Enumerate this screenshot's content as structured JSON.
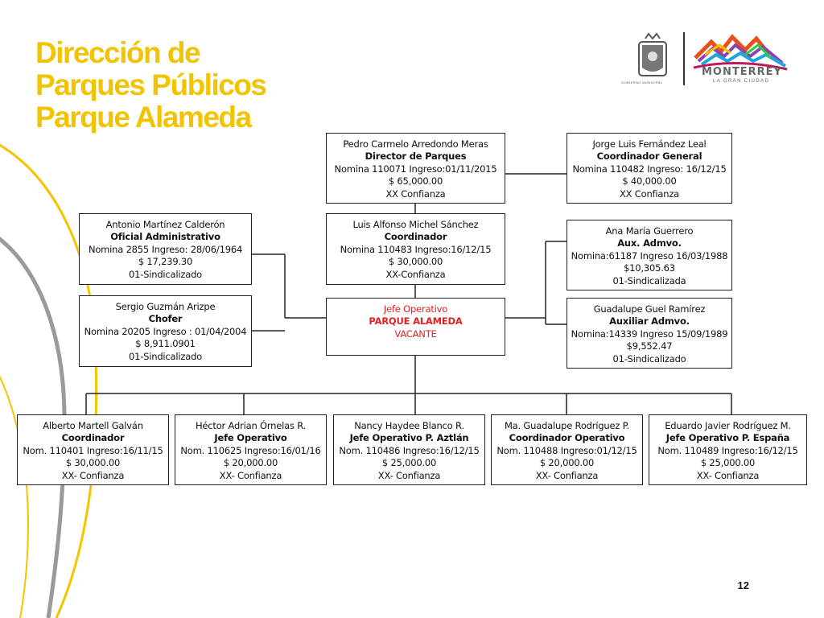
{
  "title": {
    "line1": "Dirección de",
    "line2": "Parques Públicos",
    "line3": "Parque Alameda"
  },
  "logo": {
    "seal_label": "GOBIERNO MUNICIPAL",
    "city_name": "MONTERREY",
    "city_tagline": "LA GRAN CIUDAD"
  },
  "page_number": "12",
  "nodes": {
    "director": {
      "name": "Pedro Carmelo Arredondo Meras",
      "role": "Director de Parques",
      "nomina": "Nomina  110071  Ingreso:01/11/2015",
      "salary": "$ 65,000.00",
      "status": "XX Confianza"
    },
    "coord_general": {
      "name": "Jorge Luis Fernández Leal",
      "role": "Coordinador General",
      "nomina": "Nomina  110482 Ingreso: 16/12/15",
      "salary": "$ 40,000.00",
      "status": "XX Confianza"
    },
    "oficial_admin": {
      "name": "Antonio Martínez Calderón",
      "role": "Oficial Administrativo",
      "nomina": "Nomina 2855  Ingreso: 28/06/1964",
      "salary": "$ 17,239.30",
      "status": "01-Sindicalizado"
    },
    "coordinador": {
      "name": "Luis Alfonso Michel Sánchez",
      "role": "Coordinador",
      "nomina": "Nomina 110483  Ingreso:16/12/15",
      "salary": "$ 30,000.00",
      "status": "XX-Confianza"
    },
    "aux_admvo": {
      "name": "Ana María Guerrero",
      "role": "Aux. Admvo.",
      "nomina": "Nomina:61187 Ingreso 16/03/1988",
      "salary": "$10,305.63",
      "status": "01-Sindicalizada"
    },
    "chofer": {
      "name": "Sergio Guzmán  Arizpe",
      "role": "Chofer",
      "nomina": "Nomina  20205 Ingreso : 01/04/2004",
      "salary": "$ 8,911.0901",
      "status": "01-Sindicalizado"
    },
    "jefe_operativo": {
      "name": "Jefe Operativo",
      "role": "PARQUE ALAMEDA",
      "status": "VACANTE"
    },
    "auxiliar_admvo": {
      "name": "Guadalupe Guel Ramírez",
      "role": "Auxiliar Admvo.",
      "nomina": "Nomina:14339 Ingreso 15/09/1989",
      "salary": "$9,552.47",
      "status": "01-Sindicalizado"
    },
    "bottom": [
      {
        "name": "Alberto Martell Galván",
        "role": "Coordinador",
        "nomina": "Nom. 110401 Ingreso:16/11/15",
        "salary": "$ 30,000.00",
        "status": "XX- Confianza"
      },
      {
        "name": "Héctor Adrian Órnelas R.",
        "role": "Jefe  Operativo",
        "nomina": "Nom. 110625 Ingreso:16/01/16",
        "salary": "$ 20,000.00",
        "status": "XX- Confianza"
      },
      {
        "name": "Nancy Haydee Blanco R.",
        "role": "Jefe  Operativo P. Aztlán",
        "nomina": "Nom. 110486  Ingreso:16/12/15",
        "salary": "$ 25,000.00",
        "status": "XX- Confianza"
      },
      {
        "name": "Ma. Guadalupe Rodríguez P.",
        "role": "Coordinador Operativo",
        "nomina": "Nom. 110488 Ingreso:01/12/15",
        "salary": "$ 20,000.00",
        "status": "XX- Confianza"
      },
      {
        "name": "Eduardo  Javier Rodríguez M.",
        "role": "Jefe Operativo P. España",
        "nomina": "Nom. 110489 Ingreso:16/12/15",
        "salary": "$ 25,000.00",
        "status": "XX- Confianza"
      }
    ]
  },
  "colors": {
    "title": "#f2c300",
    "vacant": "#e02020",
    "arc_yellow": "#f5c400",
    "arc_gray": "#9a9a9a"
  }
}
